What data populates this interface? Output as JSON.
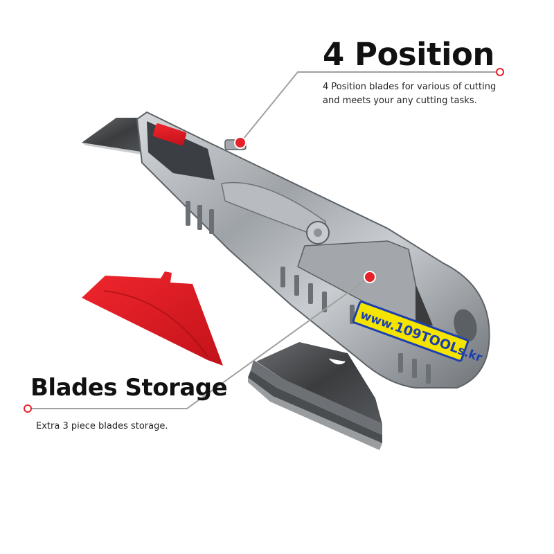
{
  "callouts": {
    "position": {
      "title": "4 Position",
      "description_line1": "4 Position blades for various of cutting",
      "description_line2": "and meets your any cutting tasks."
    },
    "storage": {
      "title": "Blades Storage",
      "description": "Extra 3 piece blades storage."
    }
  },
  "product": {
    "label_text_a": "www.",
    "label_text_b": "109TOOL",
    "label_text_c": "s.kr"
  },
  "colors": {
    "accent_red": "#e8202a",
    "label_yellow": "#f4e400",
    "label_blue": "#1d3fae",
    "steel": "#9aa0a6"
  }
}
